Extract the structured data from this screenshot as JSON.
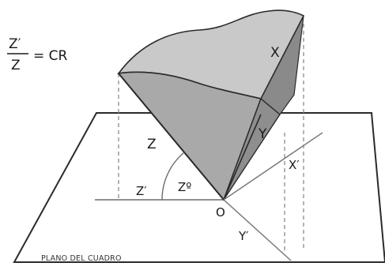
{
  "formula": {
    "numerator": "Z′",
    "denominator": "Z",
    "rhs": "= CR"
  },
  "labels": {
    "x": "X",
    "y": "Y",
    "z": "Z",
    "z_prime": "Z′",
    "z_zero": "Zº",
    "x_prime": "X′",
    "y_prime": "Y′",
    "origin": "O"
  },
  "plane": {
    "label": "PLANO DEL CUADRO"
  },
  "colors": {
    "solid_top": "#c9c9c9",
    "solid_front": "#a9a9a9",
    "solid_dark": "#8a8a8a",
    "edge": "#2b2b2b",
    "guide": "#8c8c8c",
    "text": "#1a1a1a"
  }
}
